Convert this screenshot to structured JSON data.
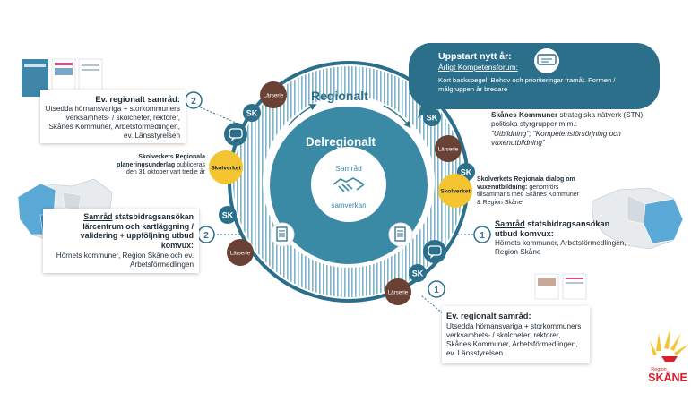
{
  "center": {
    "outer_label": "Regionalt",
    "inner_label": "Delregionalt",
    "core_line1": "Samråd",
    "core_line2": "samverkan"
  },
  "badges": {
    "sk": "SK",
    "larserie": "Lärserie",
    "skolverket": "Skolverket",
    "num1": "1",
    "num2": "2"
  },
  "top_right_box": {
    "title": "Uppstart nytt år:",
    "subtitle": "Årligt Kompetensforum:",
    "body": "Kort backspegel, Behov och prioriteringar framåt. Formen / målgruppen år bredare"
  },
  "left_top_box": {
    "title": "Ev. regionalt samråd:",
    "body": "Utsedda hörnansvariga + storkommuners verksamhets- / skolchefer, rektorer, Skånes Kommuner, Arbetsförmedlingen, ev. Länsstyrelsen"
  },
  "left_bottom_box": {
    "title_u": "Samråd",
    "title_rest": " statsbidragsansökan lärcentrum och kartläggning / validering + uppföljning utbud komvux:",
    "body": "Hörnets kommuner, Region Skåne och ev. Arbetsförmedlingen"
  },
  "right_stn": {
    "title_bold": "Skånes Kommuner",
    "title_rest": " strategiska nätverk (STN), politiska styrgrupper m.m.:",
    "quote": "\"Utbildning\"; \"Kompetensförsörjning och vuxenutbildning\""
  },
  "right_dialog": {
    "title": "Skolverkets Regionala dialog om vuxenutbildning:",
    "body": " genomförs tillsammans med Skånes Kommuner & Region Skåne"
  },
  "right_samrad": {
    "title_u": "Samråd",
    "title_rest": " statsbidragsansökan utbud komvux:",
    "body": "Hörnets kommuner, Arbetsförmedlingen, Region Skåne"
  },
  "right_bottom_box": {
    "title": "Ev. regionalt samråd:",
    "body": "Utsedda hörnansvariga + storkommuners verksamhets- / skolchefer, rektorer, Skånes Kommuner, Arbetsförmedlingen, ev. Länsstyrelsen"
  },
  "left_skolverket_text": {
    "title": "Skolverkets Regionala planeringsunderlag",
    "body": " publiceras den 31 oktober vart tredje år"
  },
  "logo": {
    "small": "Region",
    "big": "SKÅNE"
  },
  "colors": {
    "teal_dark": "#2b6f8a",
    "teal_mid": "#3b8aa6",
    "larserie_brown": "#6a4235",
    "skolverket_yellow": "#f4c531",
    "map_blue": "#5aa9d6"
  }
}
